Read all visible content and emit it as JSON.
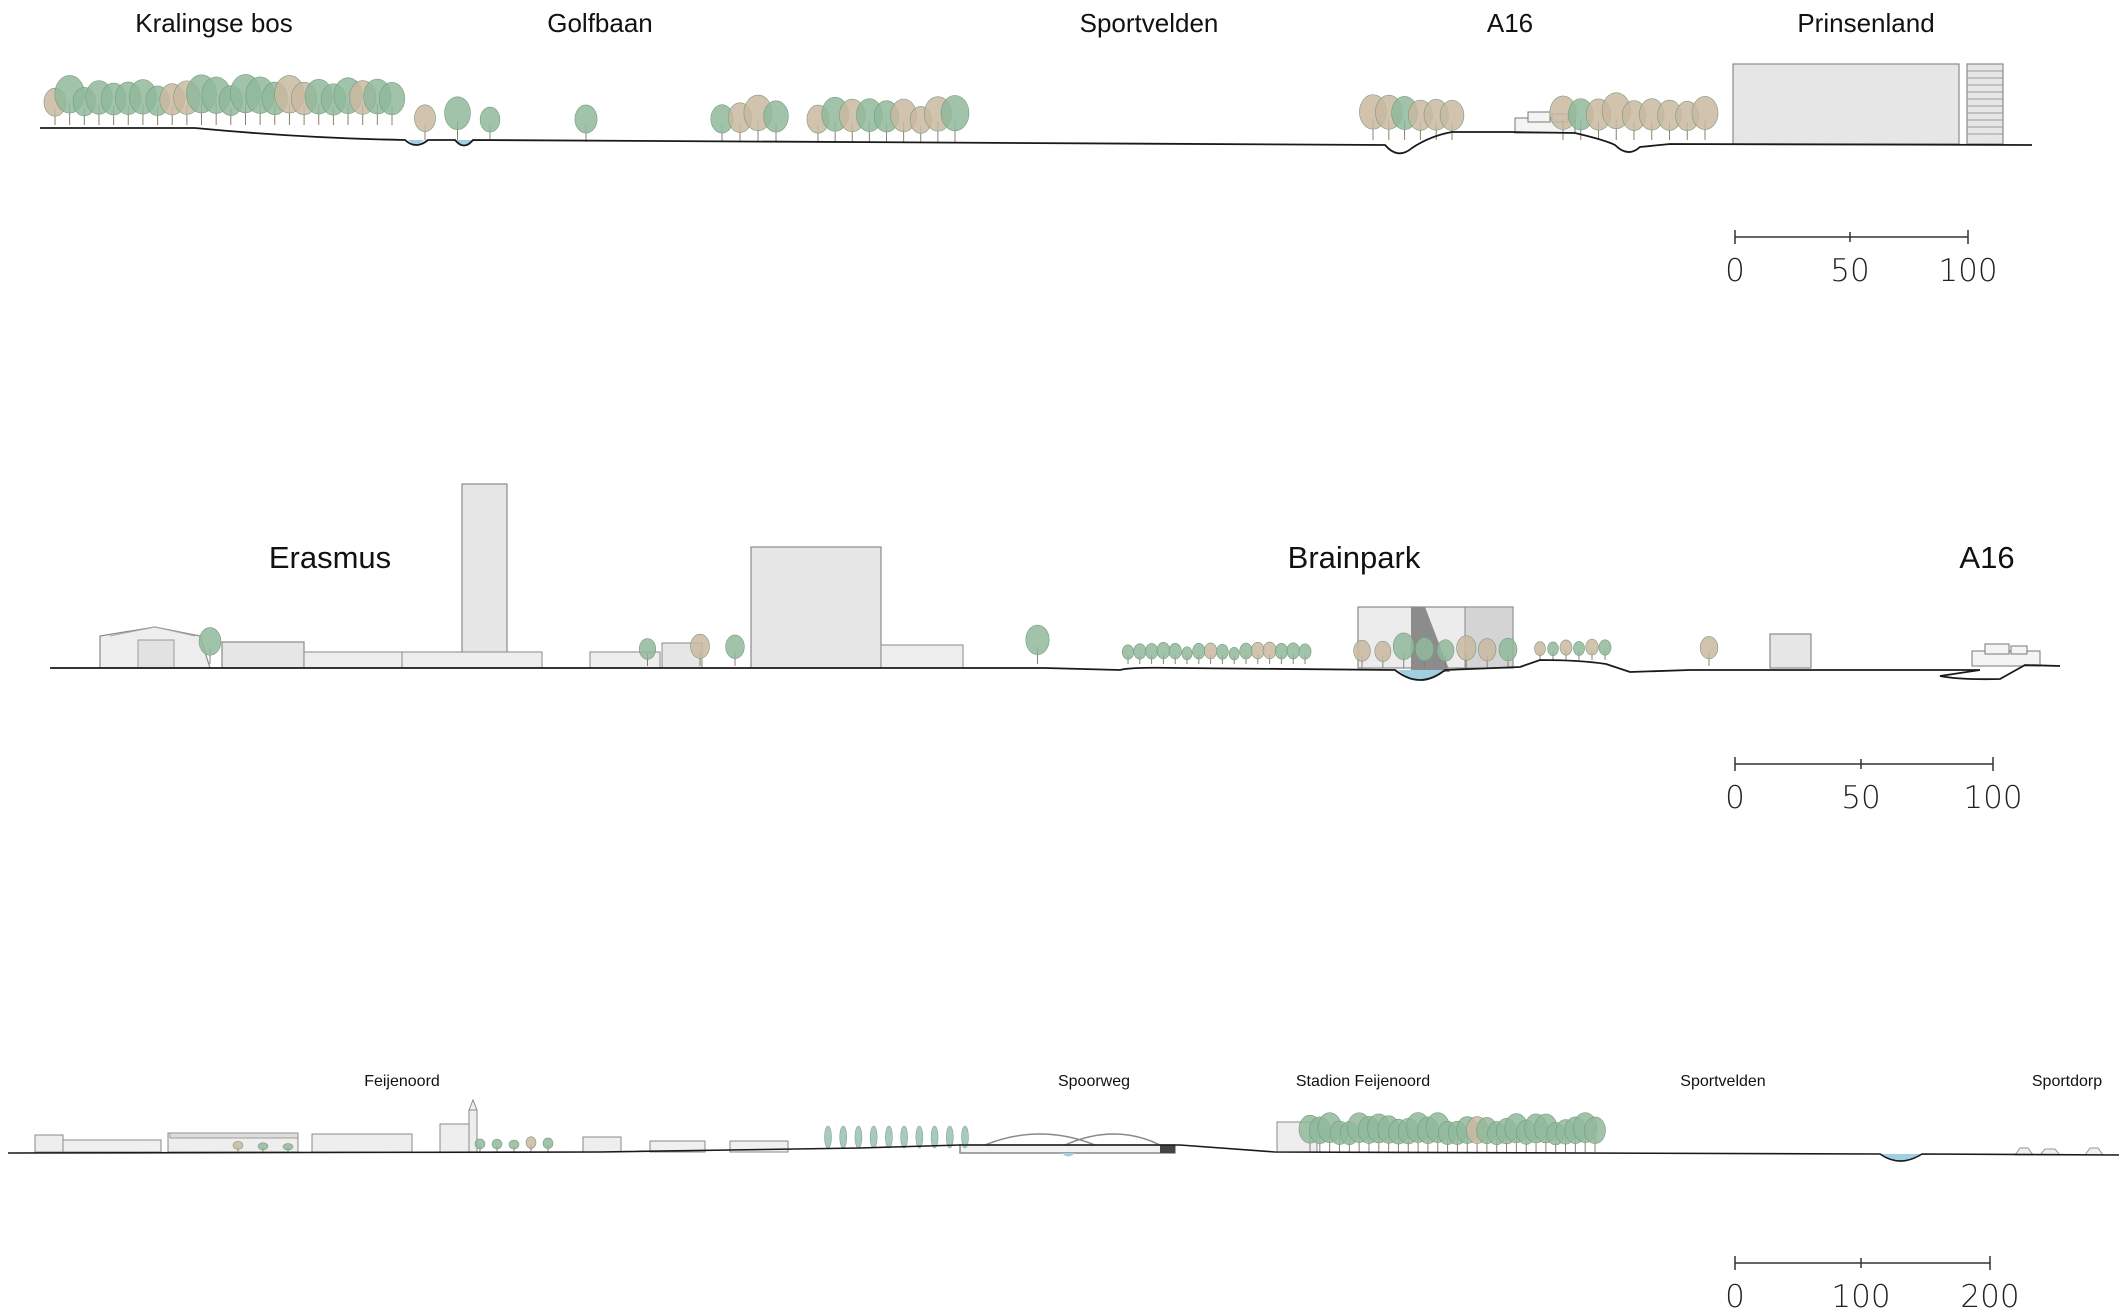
{
  "section1": {
    "labels": [
      "Kralingse bos",
      "Golfbaan",
      "Sportvelden",
      "A16",
      "Prinsenland"
    ],
    "scale": [
      "0",
      "50",
      "100"
    ]
  },
  "section2": {
    "labels": [
      "Erasmus",
      "Brainpark",
      "A16"
    ],
    "scale": [
      "0",
      "50",
      "100"
    ]
  },
  "section3": {
    "labels": [
      "Feijenoord",
      "Spoorweg",
      "Stadion Feijenoord",
      "Sportvelden",
      "Sportdorp"
    ],
    "scale": [
      "0",
      "100",
      "200"
    ]
  },
  "colors": {
    "ground": "#1a1a1a",
    "building_fill": "#e6e6e6",
    "building_stroke": "#8a8a8a",
    "tree_green": "#8fb89a",
    "tree_beige": "#c9b8a0",
    "water": "#9fcfe0"
  }
}
